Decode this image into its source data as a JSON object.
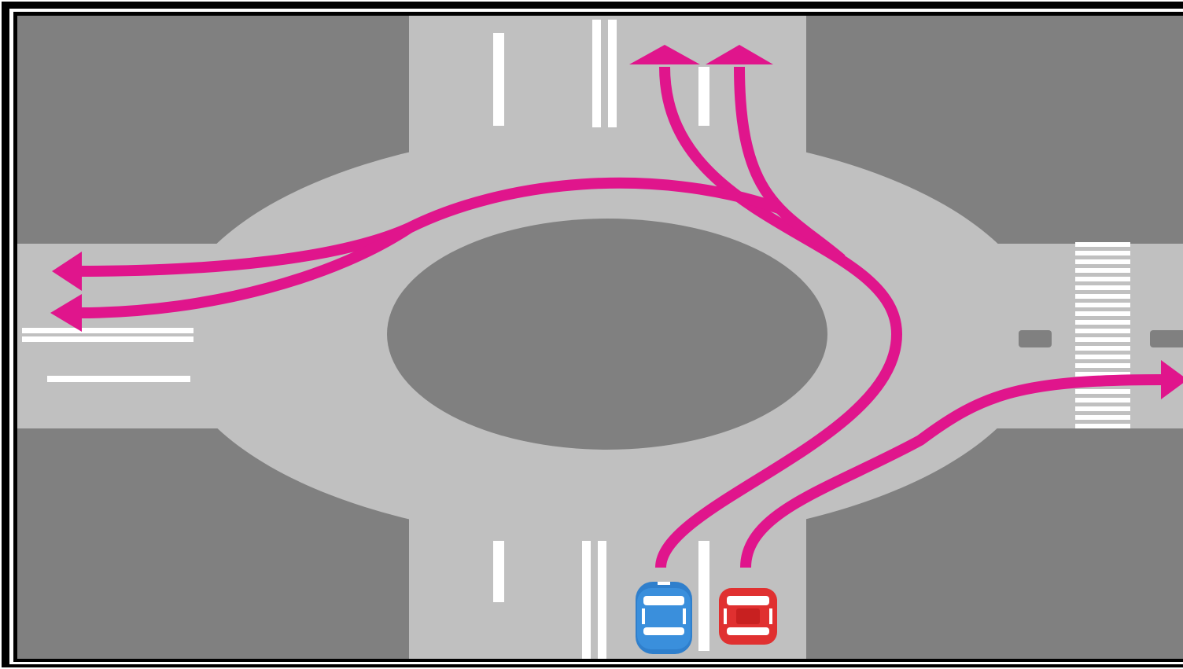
{
  "diagram": {
    "type": "roundabout-lane-usage",
    "colors": {
      "frame": "#000000",
      "frame_inner": "#ffffff",
      "ground": "#808080",
      "road": "#c0c0c0",
      "center_island": "#808080",
      "markings": "#ffffff",
      "route": "#e0158c",
      "car_blue": "#2f7fcc",
      "car_red": "#e03030"
    },
    "vehicles": [
      {
        "name": "blue-car",
        "lane": "left",
        "color": "#2f7fcc"
      },
      {
        "name": "red-car",
        "lane": "right",
        "color": "#e03030"
      }
    ],
    "routes": [
      {
        "name": "left-lane-to-north",
        "from": "south-left-lane",
        "to": "north-left-lane"
      },
      {
        "name": "left-lane-to-west-upper",
        "from": "south-left-lane",
        "to": "west-upper-lane"
      },
      {
        "name": "left-lane-to-west-lower",
        "from": "south-left-lane",
        "to": "west-lower-lane"
      },
      {
        "name": "left-lane-to-north-right",
        "from": "south-left-lane",
        "to": "north-right-lane"
      },
      {
        "name": "right-lane-to-east",
        "from": "south-right-lane",
        "to": "east-exit"
      }
    ]
  }
}
